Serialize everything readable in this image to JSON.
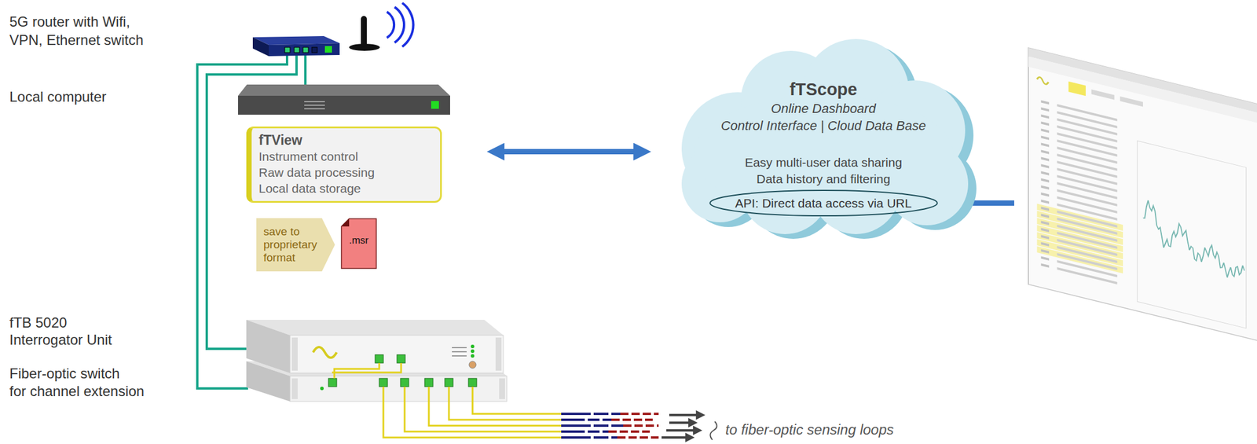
{
  "diagram": {
    "nodes": [
      {
        "text": [
          "fTView",
          "Instrument control",
          "Raw data processing",
          "Local data storage"
        ]
      },
      {
        "text": [
          "save to proprietary format"
        ]
      },
      {
        "text": [
          ".msr"
        ]
      },
      {
        "text": [
          "fTScope",
          "Online Dashboard",
          "Control Interface | Cloud Data Base",
          "Easy multi-user data sharing",
          "Data history and filtering"
        ]
      },
      {
        "text": [
          "API: Direct data access via URL"
        ],
        "in": 3
      }
    ],
    "edges": [
      {
        "from": 0,
        "to": 3,
        "arrow": "both"
      }
    ],
    "labels": [
      "5G router with Wifi,",
      "VPN, Ethernet switch",
      "Local computer",
      "fTB 5020",
      "Interrogator Unit",
      "Fiber-optic switch",
      "for channel extension",
      "to fiber-optic sensing loops"
    ]
  }
}
